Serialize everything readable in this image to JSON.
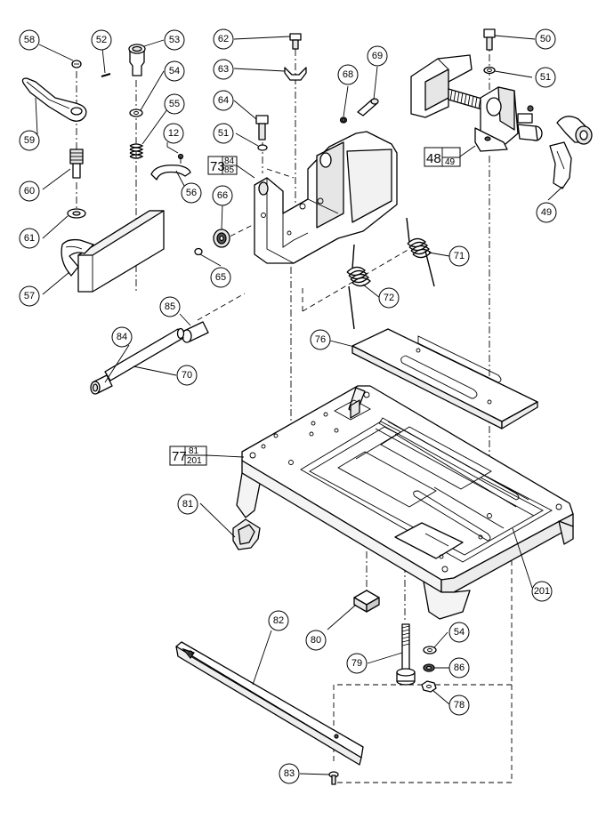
{
  "callouts": [
    "58",
    "52",
    "53",
    "54",
    "55",
    "12",
    "59",
    "60",
    "56",
    "61",
    "57",
    "62",
    "63",
    "64",
    "51",
    "66",
    "65",
    "68",
    "69",
    "50",
    "51",
    "49",
    "71",
    "72",
    "76",
    "85",
    "84",
    "70",
    "81",
    "201",
    "80",
    "82",
    "54",
    "86",
    "79",
    "78",
    "83"
  ],
  "boxed_callouts": [
    {
      "main": "73",
      "top": "84",
      "bottom": "85"
    },
    {
      "main": "48",
      "top": "",
      "bottom": "49"
    },
    {
      "main": "77",
      "top": "81",
      "bottom": "201"
    }
  ]
}
